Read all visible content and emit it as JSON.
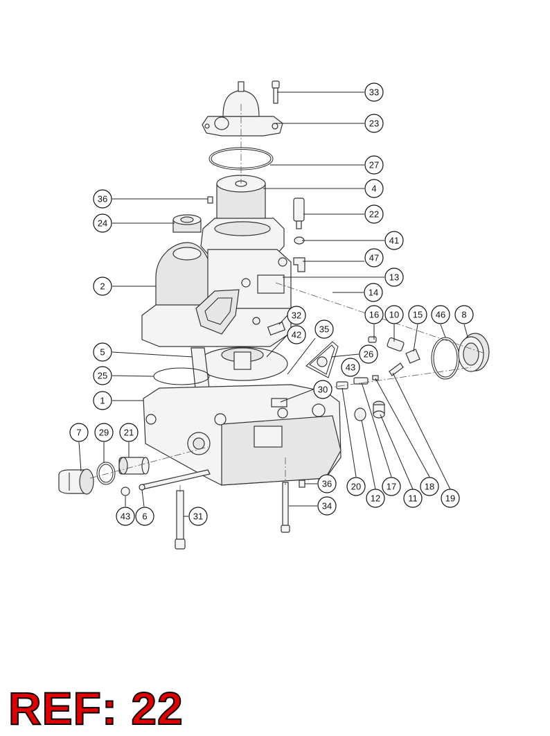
{
  "ref_label": "REF: 22",
  "callouts": [
    "33",
    "23",
    "27",
    "4",
    "36",
    "22",
    "24",
    "41",
    "47",
    "2",
    "13",
    "14",
    "16",
    "10",
    "15",
    "46",
    "8",
    "32",
    "35",
    "42",
    "5",
    "26",
    "43",
    "25",
    "30",
    "1",
    "7",
    "29",
    "21",
    "20",
    "12",
    "17",
    "11",
    "18",
    "19",
    "36",
    "34",
    "43",
    "6",
    "31"
  ],
  "colors": {
    "ref_fill": "#e00000",
    "ref_outline": "#000000",
    "line": "#222222"
  }
}
